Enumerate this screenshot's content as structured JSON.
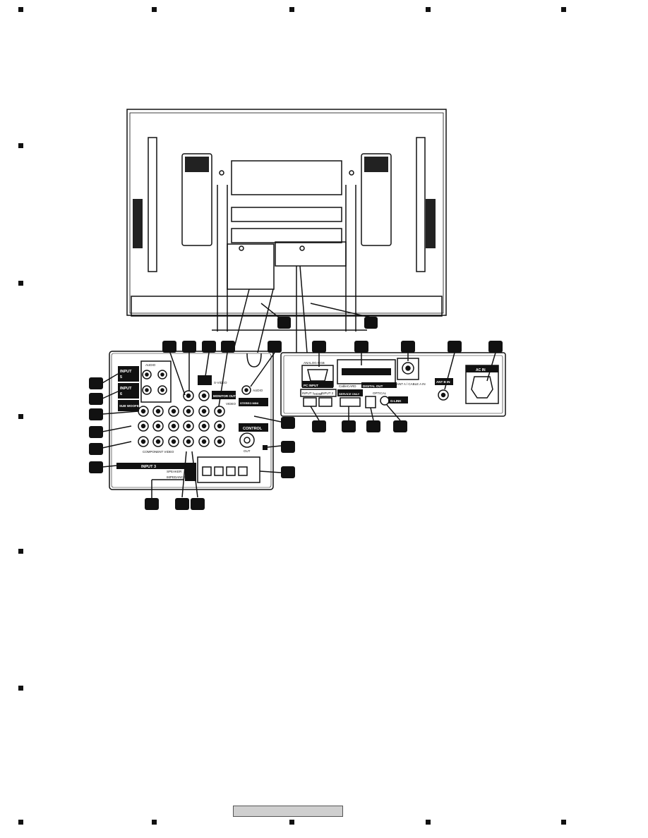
{
  "labels": {
    "input5": "INPUT",
    "input5_num": "5",
    "input6": "INPUT",
    "input6_num": "6",
    "audio": "AUDIO",
    "sub_woofer": "SUB WOOFER",
    "component_video": "COMPONENT VIDEO",
    "input3": "INPUT 3",
    "s_video": "S-VIDEO",
    "monitor_out": "MONITOR OUT",
    "video": "VIDEO",
    "control": "CONTROL",
    "out": "OUT",
    "pc_input": "PC INPUT",
    "audio_stereo": "AUDIO",
    "stereo_mini": "STEREO MINI",
    "analog_rgb": "ANALOG RGB",
    "hdmi": "HDMI",
    "input1": "INPUT 1",
    "input2": "INPUT 2",
    "service_only": "SERVICE ONLY",
    "cablecard": "CableCARD",
    "digital_out": "DIGITAL OUT",
    "optical": "OPTICAL",
    "g_link": "G-LINK",
    "ant_a": "ANT A / CABLE A IN",
    "ant_b": "ANT B IN",
    "ac_in": "AC IN",
    "speaker": "SPEAKER",
    "impedance": "IMPEDANCE"
  }
}
